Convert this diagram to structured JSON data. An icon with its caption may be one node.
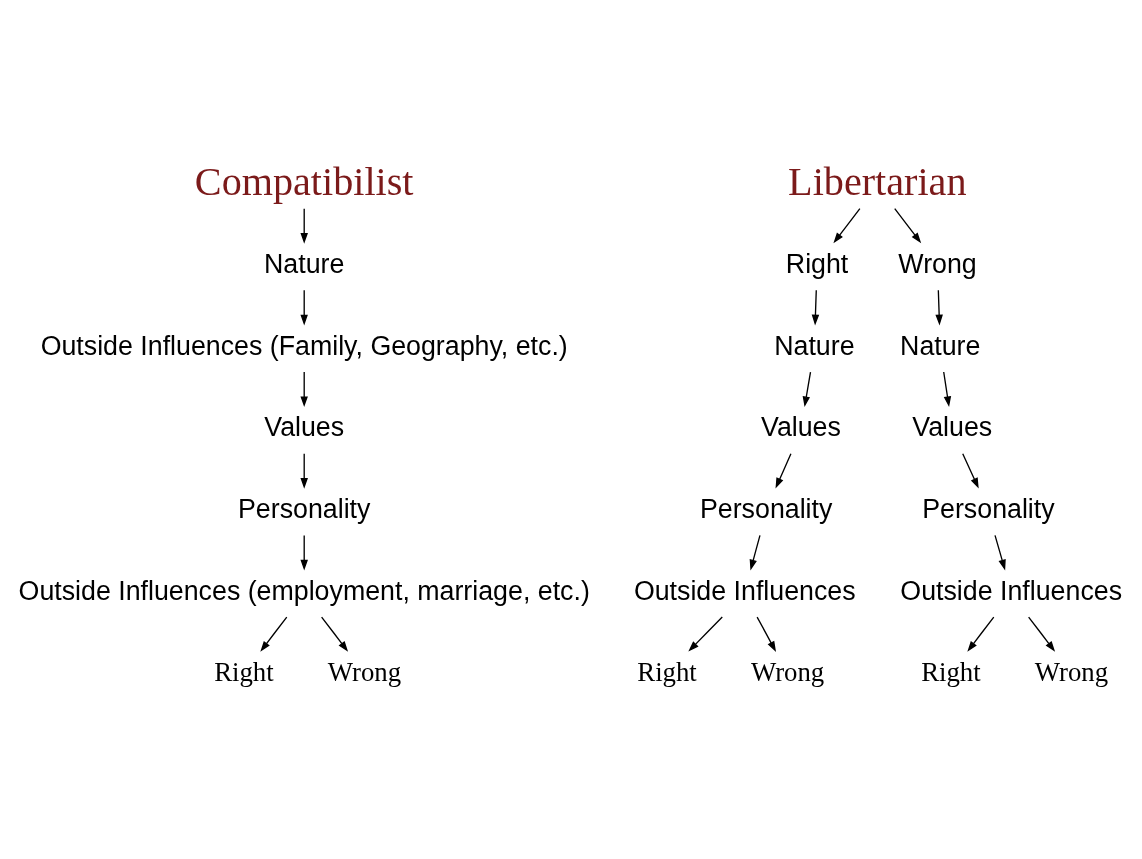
{
  "diagram": {
    "nodes": [
      {
        "text": [
          "Compatibilist"
        ]
      },
      {
        "text": [
          "Nature"
        ]
      },
      {
        "text": [
          "Outside Influences (Family, Geography, etc.)"
        ]
      },
      {
        "text": [
          "Values"
        ]
      },
      {
        "text": [
          "Personality"
        ]
      },
      {
        "text": [
          "Outside Influences (employment, marriage, etc.)"
        ]
      },
      {
        "text": [
          "Right"
        ]
      },
      {
        "text": [
          "Wrong"
        ]
      },
      {
        "text": [
          "Libertarian"
        ]
      },
      {
        "text": [
          "Right"
        ]
      },
      {
        "text": [
          "Wrong"
        ]
      },
      {
        "text": [
          "Nature"
        ]
      },
      {
        "text": [
          "Values"
        ]
      },
      {
        "text": [
          "Personality"
        ]
      },
      {
        "text": [
          "Outside Influences"
        ]
      },
      {
        "text": [
          "Right"
        ]
      },
      {
        "text": [
          "Wrong"
        ]
      },
      {
        "text": [
          "Nature"
        ]
      },
      {
        "text": [
          "Values"
        ]
      },
      {
        "text": [
          "Personality"
        ]
      },
      {
        "text": [
          "Outside Influences"
        ]
      },
      {
        "text": [
          "Right"
        ]
      },
      {
        "text": [
          "Wrong"
        ]
      }
    ],
    "edges": [
      {
        "from": 0,
        "to": 1,
        "arrow": "to"
      },
      {
        "from": 1,
        "to": 2,
        "arrow": "to"
      },
      {
        "from": 2,
        "to": 3,
        "arrow": "to"
      },
      {
        "from": 3,
        "to": 4,
        "arrow": "to"
      },
      {
        "from": 4,
        "to": 5,
        "arrow": "to"
      },
      {
        "from": 5,
        "to": 6,
        "arrow": "to"
      },
      {
        "from": 5,
        "to": 7,
        "arrow": "to"
      },
      {
        "from": 8,
        "to": 9,
        "arrow": "to"
      },
      {
        "from": 8,
        "to": 10,
        "arrow": "to"
      },
      {
        "from": 9,
        "to": 11,
        "arrow": "to"
      },
      {
        "from": 11,
        "to": 12,
        "arrow": "to"
      },
      {
        "from": 12,
        "to": 13,
        "arrow": "to"
      },
      {
        "from": 13,
        "to": 14,
        "arrow": "to"
      },
      {
        "from": 14,
        "to": 15,
        "arrow": "to"
      },
      {
        "from": 14,
        "to": 16,
        "arrow": "to"
      },
      {
        "from": 10,
        "to": 17,
        "arrow": "to"
      },
      {
        "from": 17,
        "to": 18,
        "arrow": "to"
      },
      {
        "from": 18,
        "to": 19,
        "arrow": "to"
      },
      {
        "from": 19,
        "to": 20,
        "arrow": "to"
      },
      {
        "from": 20,
        "to": 21,
        "arrow": "to"
      },
      {
        "from": 20,
        "to": 22,
        "arrow": "to"
      }
    ]
  }
}
